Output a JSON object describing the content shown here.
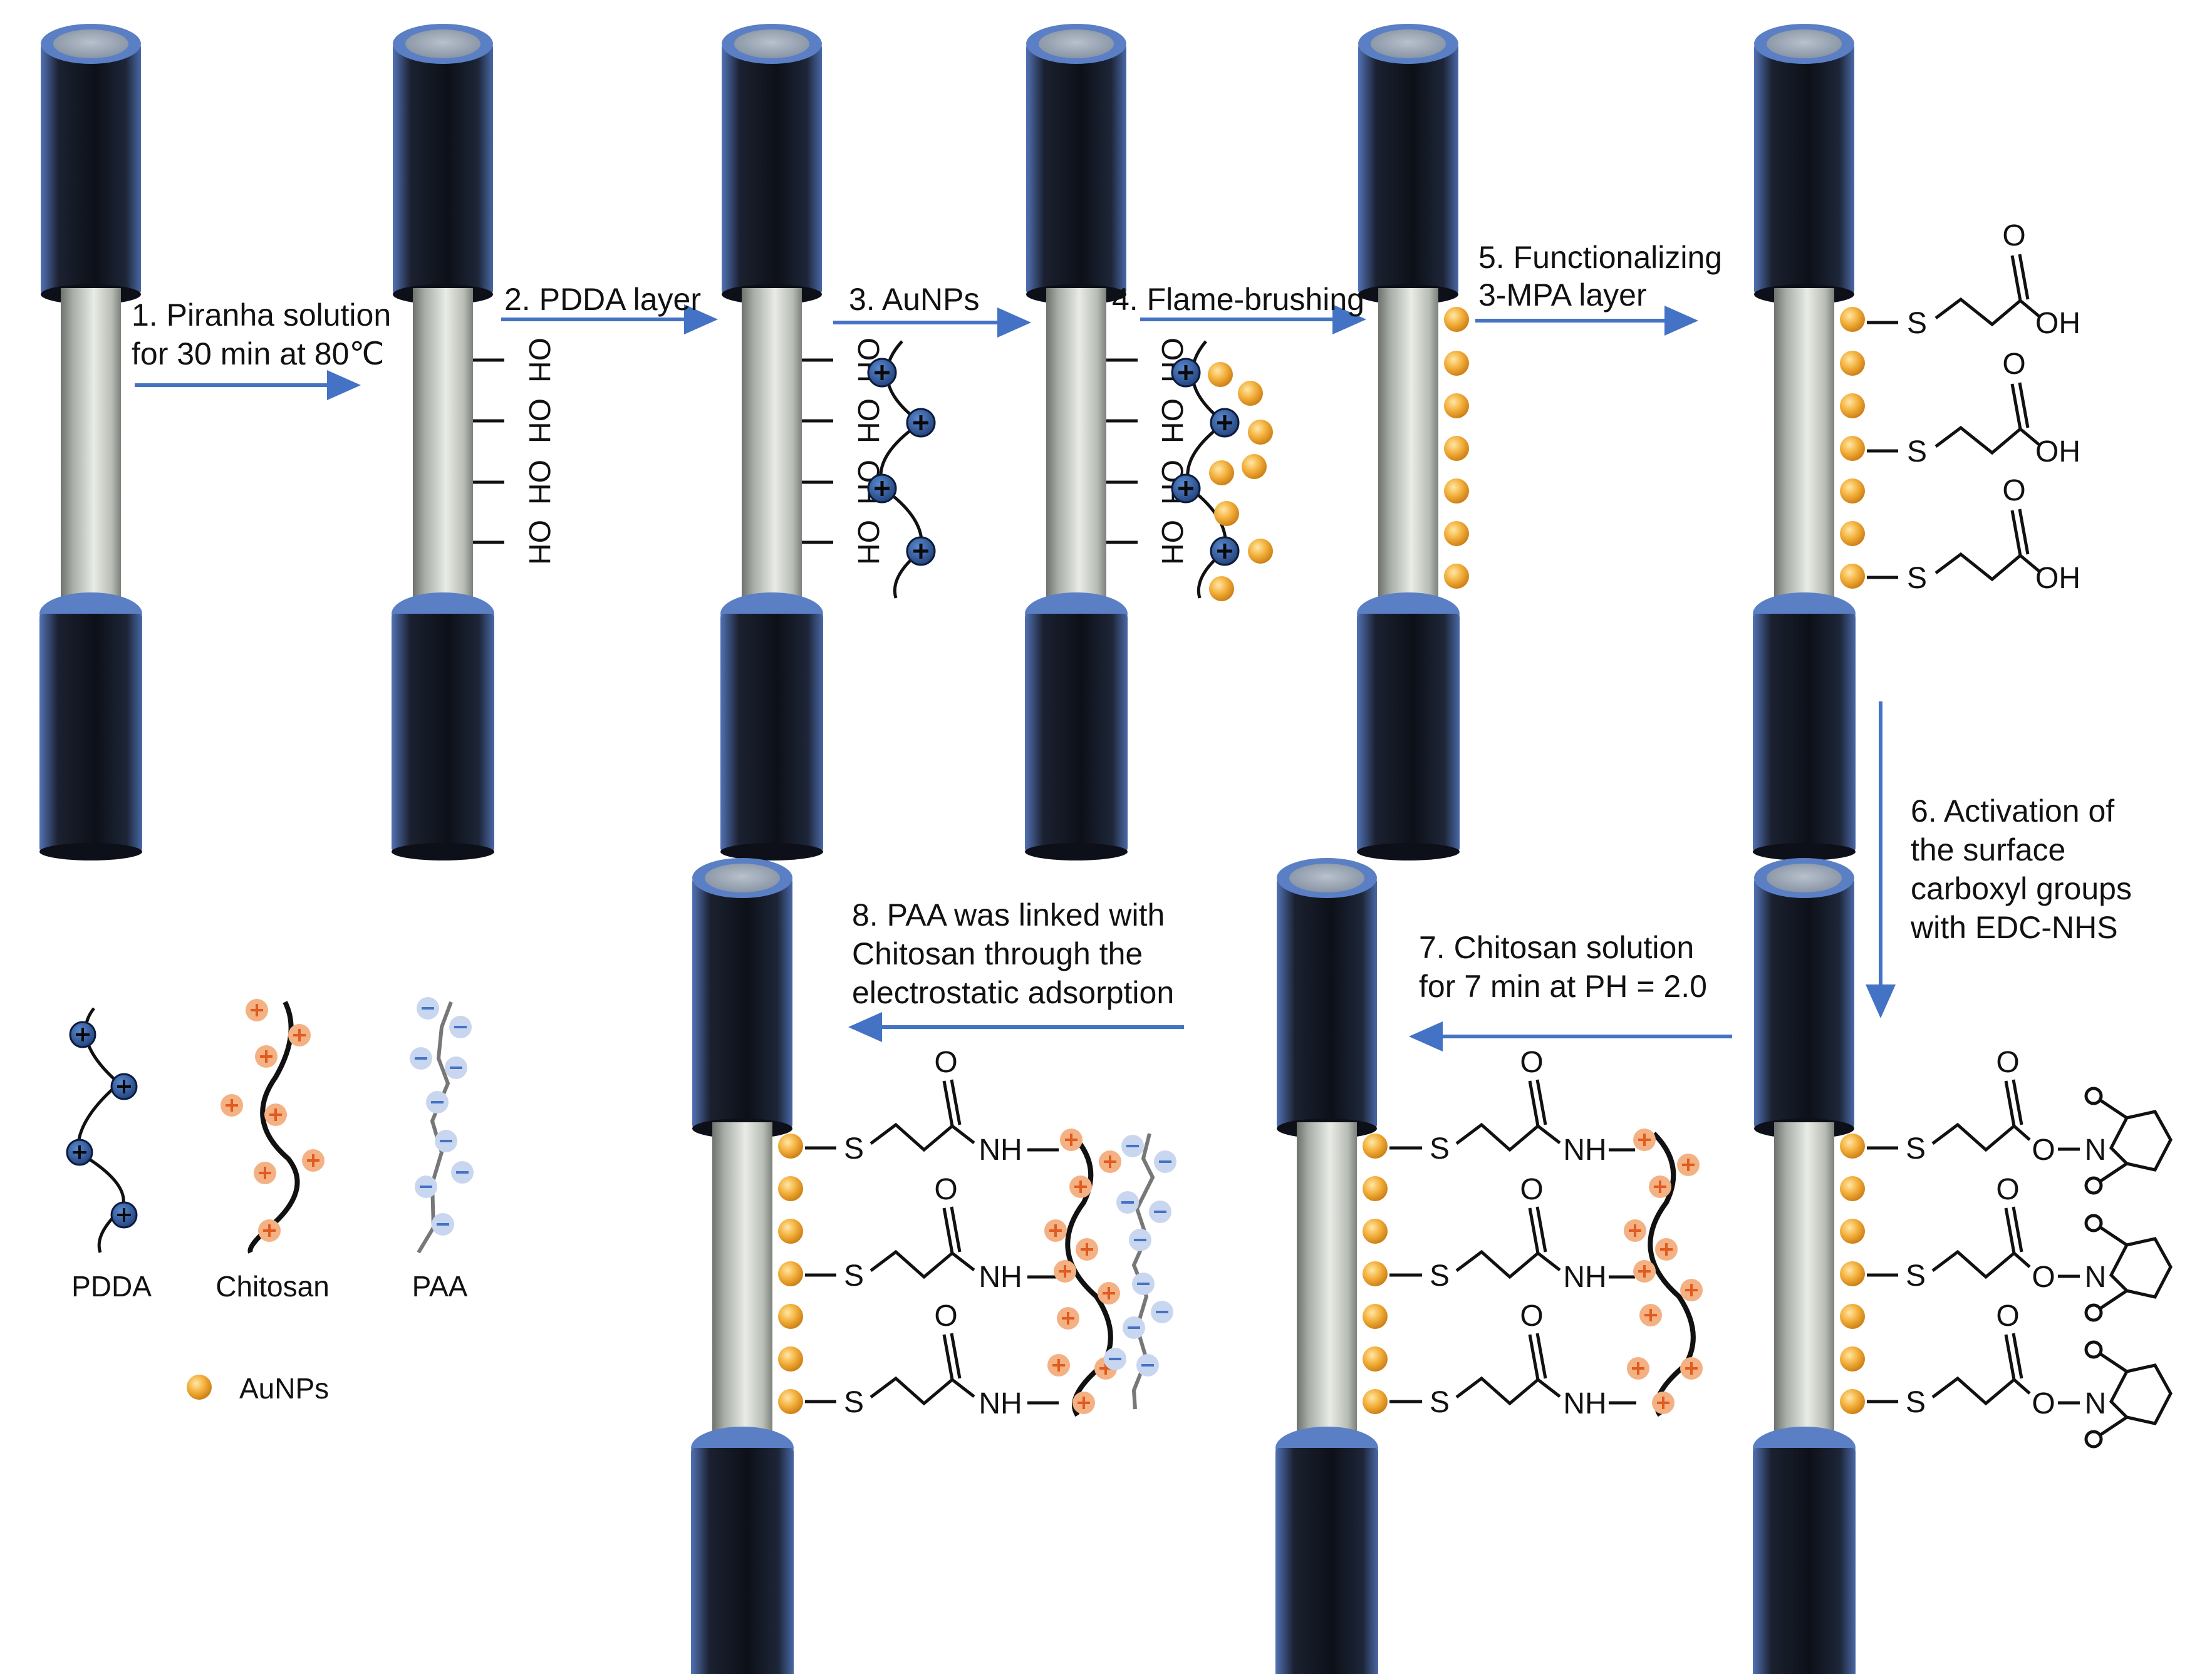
{
  "steps": {
    "s1": [
      "1. Piranha solution",
      "for 30 min at 80℃"
    ],
    "s2": [
      "2. PDDA layer"
    ],
    "s3": [
      "3. AuNPs"
    ],
    "s4": [
      "4. Flame-brushing"
    ],
    "s5": [
      "5. Functionalizing",
      "3-MPA layer"
    ],
    "s6": [
      "6. Activation of",
      "the surface",
      "carboxyl groups",
      "with EDC-NHS"
    ],
    "s7": [
      "7. Chitosan solution",
      "for 7 min at PH = 2.0"
    ],
    "s8": [
      "8. PAA was linked with",
      "Chitosan through the",
      "electrostatic adsorption"
    ]
  },
  "chem": {
    "oh": "OH",
    "s": "S",
    "o": "O",
    "nh": "NH",
    "n": "N",
    "plus": "+",
    "minus": "−"
  },
  "legend": {
    "pdda": "PDDA",
    "chitosan": "Chitosan",
    "paa": "PAA",
    "aunps": "AuNPs"
  },
  "colors": {
    "arrow": "#4472c4",
    "pdda": "#2d4f8f",
    "chitosan_charge": "#f4b183",
    "chitosan_sign": "#e15a1e",
    "paa_charge": "#c9d6ef",
    "paa_sign": "#4472c4",
    "aunp": "#f0a830",
    "fiber_cap": "#1e2230",
    "fiber_rim": "#5b7fc4"
  }
}
